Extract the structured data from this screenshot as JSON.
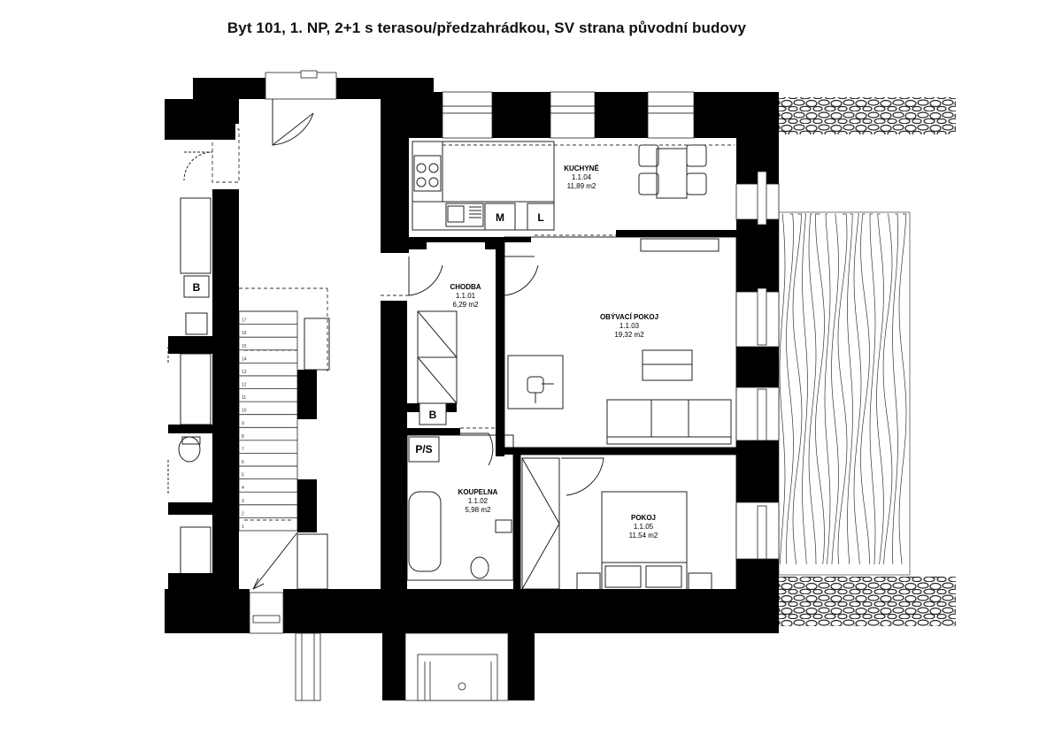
{
  "title": "Byt 101, 1. NP, 2+1 s terasou/předzahrádkou, SV strana původní budovy",
  "rooms": [
    {
      "name": "KUCHYNĚ",
      "code": "1.1.04",
      "area": "11,89 m2"
    },
    {
      "name": "CHODBA",
      "code": "1.1.01",
      "area": "6,29 m2"
    },
    {
      "name": "OBÝVACÍ POKOJ",
      "code": "1.1.03",
      "area": "19,32 m2"
    },
    {
      "name": "KOUPELNA",
      "code": "1.1.02",
      "area": "5,98 m2"
    },
    {
      "name": "POKOJ",
      "code": "1.1.05",
      "area": "11,54 m2"
    }
  ],
  "tags": {
    "m": "M",
    "l": "L",
    "b_hall": "B",
    "b_stair": "B",
    "ps": "P/S"
  },
  "stair_steps": [
    "17",
    "16",
    "15",
    "14",
    "13",
    "12",
    "11",
    "10",
    "9",
    "8",
    "7",
    "6",
    "5",
    "4",
    "3",
    "2",
    "1"
  ],
  "colors": {
    "wall": "#000000",
    "line": "#222222",
    "paper": "#ffffff"
  }
}
